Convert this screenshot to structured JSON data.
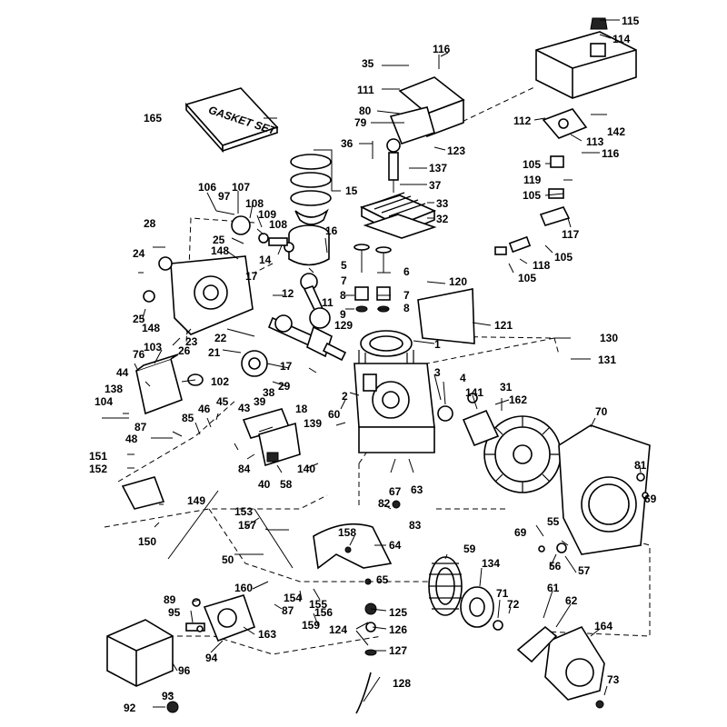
{
  "gasket_set_label": "GASKET SET",
  "labels": {
    "p1": "1",
    "p2": "2",
    "p3": "3",
    "p4": "4",
    "p5": "5",
    "p6": "6",
    "p7a": "7",
    "p7b": "7",
    "p8a": "8",
    "p8b": "8",
    "p9": "9",
    "p11": "11",
    "p12": "12",
    "p14": "14",
    "p15": "15",
    "p16": "16",
    "p17a": "17",
    "p17b": "17",
    "p18": "18",
    "p21": "21",
    "p22": "22",
    "p23": "23",
    "p24": "24",
    "p25a": "25",
    "p25b": "25",
    "p26": "26",
    "p28": "28",
    "p29": "29",
    "p31": "31",
    "p32": "32",
    "p33": "33",
    "p35": "35",
    "p36": "36",
    "p37": "37",
    "p38": "38",
    "p39": "39",
    "p40": "40",
    "p43": "43",
    "p44": "44",
    "p45": "45",
    "p46": "46",
    "p48": "48",
    "p50": "50",
    "p55": "55",
    "p56": "56",
    "p57": "57",
    "p58": "58",
    "p59": "59",
    "p60": "60",
    "p61": "61",
    "p62": "62",
    "p63": "63",
    "p64": "64",
    "p65": "65",
    "p67": "67",
    "p69a": "69",
    "p69b": "69",
    "p70": "70",
    "p71": "71",
    "p72": "72",
    "p73": "73",
    "p76": "76",
    "p79": "79",
    "p80": "80",
    "p81": "81",
    "p82": "82",
    "p83": "83",
    "p84": "84",
    "p85": "85",
    "p87a": "87",
    "p87b": "87",
    "p89": "89",
    "p92": "92",
    "p93": "93",
    "p94": "94",
    "p95": "95",
    "p96": "96",
    "p97": "97",
    "p102": "102",
    "p103": "103",
    "p104": "104",
    "p105a": "105",
    "p105b": "105",
    "p105c": "105",
    "p105d": "105",
    "p106": "106",
    "p107": "107",
    "p108a": "108",
    "p108b": "108",
    "p109": "109",
    "p111": "111",
    "p112": "112",
    "p113": "113",
    "p114": "114",
    "p115": "115",
    "p116a": "116",
    "p116b": "116",
    "p117": "117",
    "p118": "118",
    "p119": "119",
    "p120": "120",
    "p121": "121",
    "p123": "123",
    "p124": "124",
    "p125": "125",
    "p126": "126",
    "p127": "127",
    "p128": "128",
    "p129": "129",
    "p130": "130",
    "p131": "131",
    "p134": "134",
    "p137": "137",
    "p138": "138",
    "p139": "139",
    "p140": "140",
    "p141": "141",
    "p142": "142",
    "p148a": "148",
    "p148b": "148",
    "p149": "149",
    "p150": "150",
    "p151": "151",
    "p152": "152",
    "p153": "153",
    "p154": "154",
    "p155": "155",
    "p156": "156",
    "p157": "157",
    "p158": "158",
    "p159": "159",
    "p160": "160",
    "p162": "162",
    "p163": "163",
    "p164": "164",
    "p165": "165"
  }
}
